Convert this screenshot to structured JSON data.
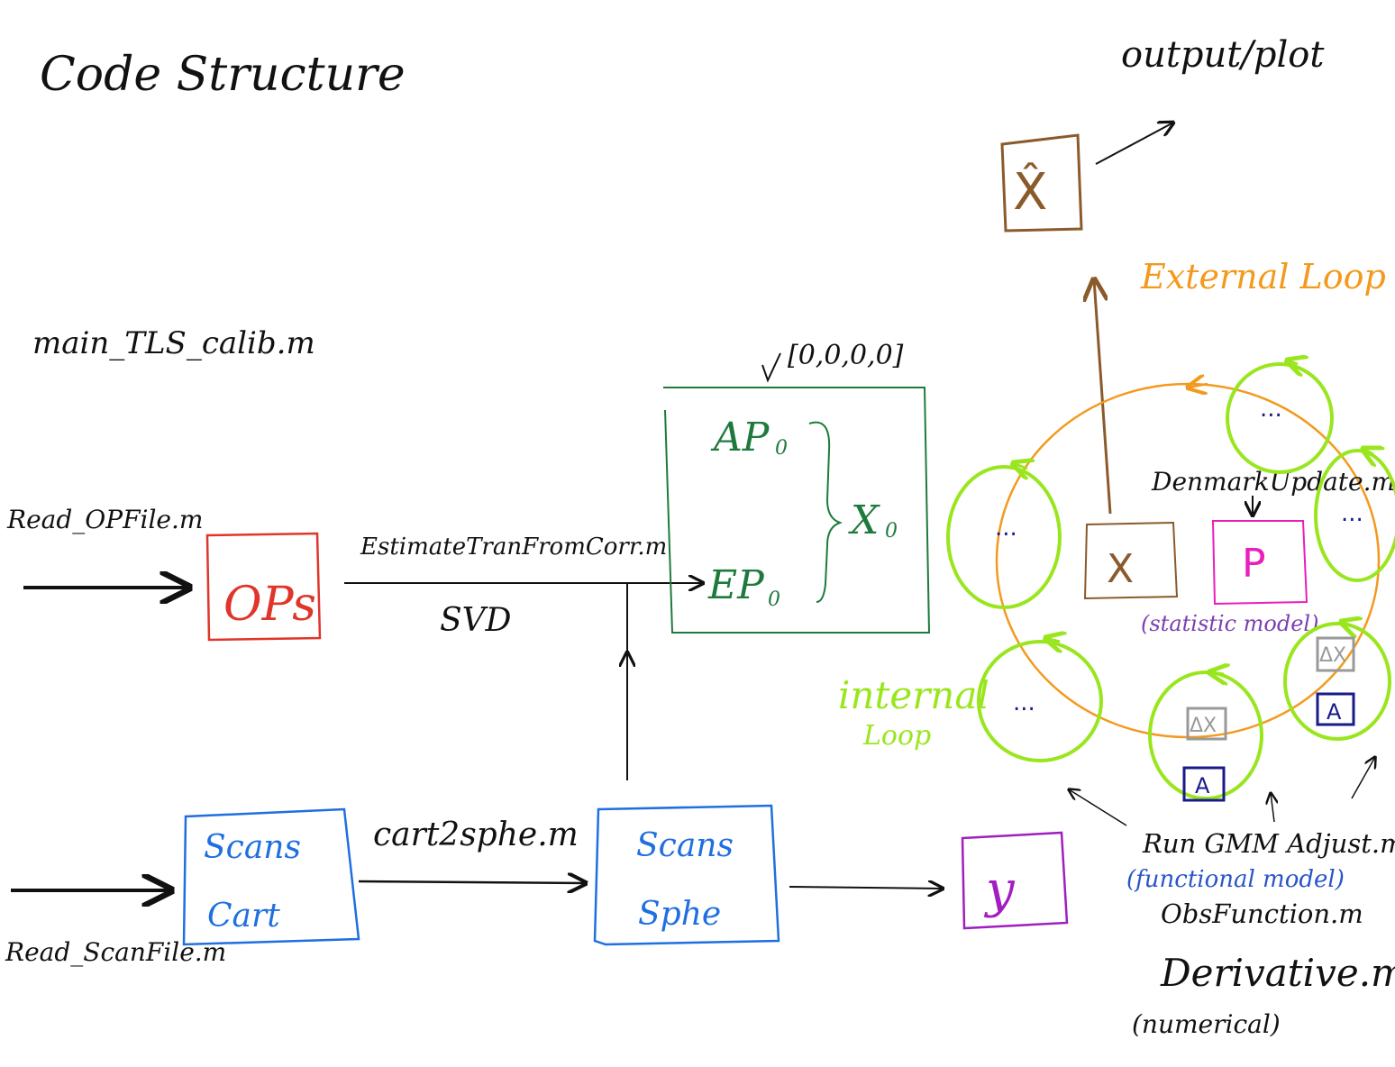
{
  "title": "Code Structure",
  "main_script": "main_TLS_calib.m",
  "output_label": "output/plot",
  "colors": {
    "ink": "#111111",
    "ops": "#e0352b",
    "scans": "#1f6fe0",
    "params": "#1e7a3c",
    "output": "#8b5a2b",
    "external_loop": "#f39a1e",
    "internal_loop": "#9ae61e",
    "p_box": "#e91ebd",
    "y_box": "#a11ec0",
    "stat_model": "#7a3fb0",
    "func_model": "#2a55c8",
    "dark_blue": "#1a1a8a",
    "gray": "#999999"
  },
  "nodes": {
    "ops": {
      "label": "OPs",
      "reader": "Read_OPFile.m"
    },
    "scans_cart": {
      "line1": "Scans",
      "line2": "Cart",
      "reader": "Read_ScanFile.m"
    },
    "scans_sphe": {
      "line1": "Scans",
      "line2": "Sphe"
    },
    "params": {
      "ap0": "AP",
      "ap0_sub": "0",
      "ep0": "EP",
      "ep0_sub": "0",
      "x0": "X",
      "x0_sub": "0",
      "init_note": "[0,0,0,0]"
    },
    "y_box": {
      "label": "y"
    },
    "x_box": {
      "label": "X"
    },
    "p_box": {
      "label": "P"
    },
    "x_hat": {
      "label": "X̂"
    }
  },
  "edges": {
    "ops_to_params": {
      "label": "EstimateTranFromCorr.m",
      "sublabel": "SVD"
    },
    "cart_to_sphe": {
      "label": "cart2sphe.m"
    }
  },
  "loops": {
    "external": "External Loop",
    "internal_line1": "internal",
    "internal_line2": "Loop",
    "inner_ellipsis": "...",
    "mini_dx": "ΔX",
    "mini_a": "A"
  },
  "functions": {
    "denmark_update": "DenmarkUpdate.m",
    "stat_model": "(statistic model)",
    "run_gmm": "Run GMM Adjust.m",
    "func_model": "(functional model)",
    "obs_function": "ObsFunction.m",
    "derivative": "Derivative.m",
    "derivative_note": "(numerical)"
  }
}
